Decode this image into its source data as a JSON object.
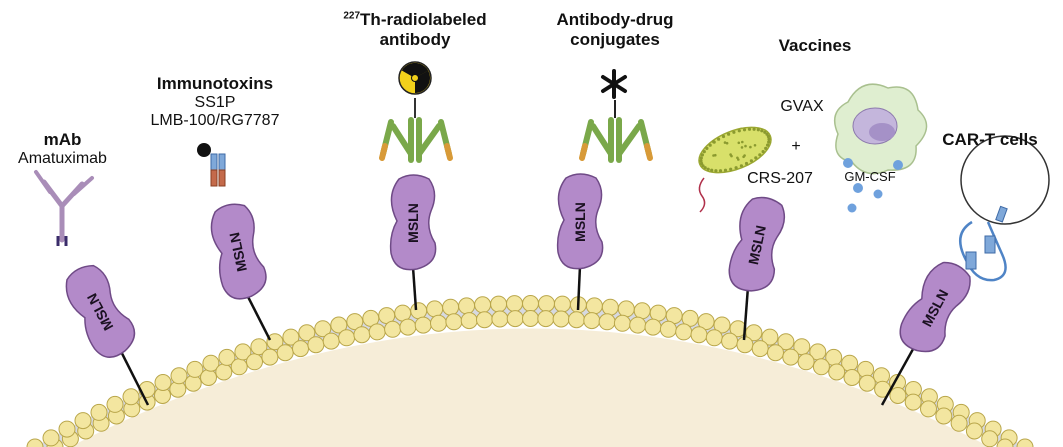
{
  "protein_label": "MSLN",
  "therapies": {
    "mab": {
      "title": "mAb",
      "agent": "Amatuximab"
    },
    "immunotoxins": {
      "title": "Immunotoxins",
      "agents": [
        "SS1P",
        "LMB-100/RG7787"
      ]
    },
    "radio": {
      "superscript": "227",
      "title_line1": "Th-radiolabeled",
      "title_line2": "antibody"
    },
    "adc": {
      "title_line1": "Antibody-drug",
      "title_line2": "conjugates"
    },
    "vaccines": {
      "title": "Vaccines",
      "gvax": "GVAX",
      "plus": "+",
      "crs": "CRS-207",
      "gmcsf": "GM-CSF"
    },
    "cart": {
      "title": "CAR-T cells"
    }
  },
  "colors": {
    "msln_fill": "#b38ac9",
    "msln_stroke": "#6f4a86",
    "lipid_head": "#f3e6a0",
    "lipid_stroke": "#b9a64a",
    "membrane_band": "#c9ccd6",
    "cell_interior": "#f6edd8",
    "antibody_green": "#7aa84a",
    "antibody_orange": "#d89a38",
    "mab_purple": "#a98db8",
    "toxin_blue": "#7fa8d9",
    "toxin_red": "#c46a4a",
    "gmcsf_dot": "#6fa1dd",
    "cart_ring": "#4f84c6"
  }
}
